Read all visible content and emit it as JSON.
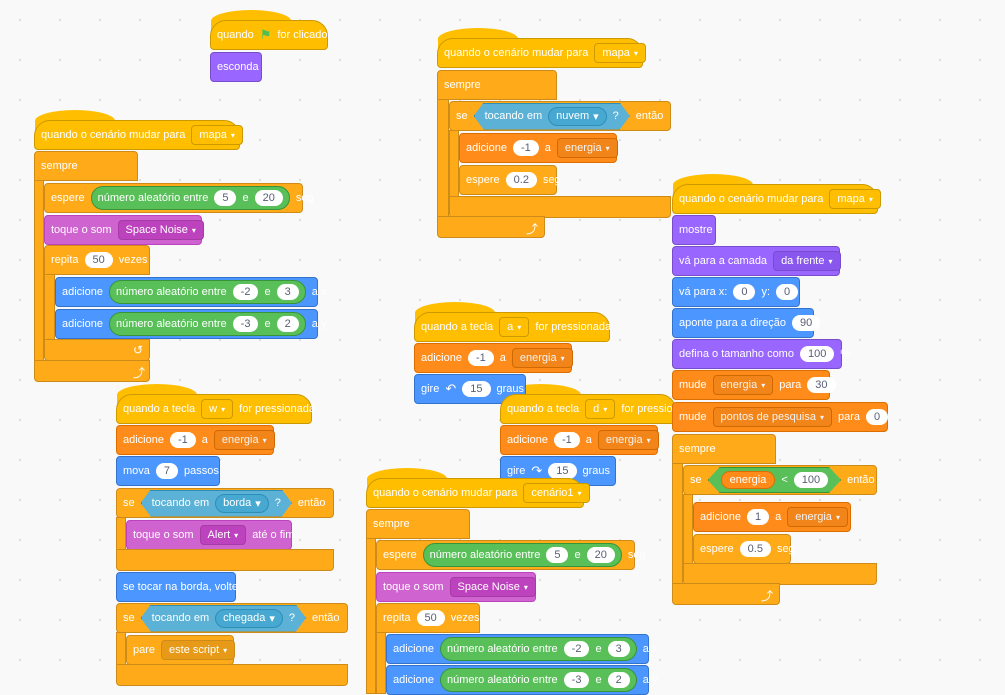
{
  "labels": {
    "when_flag_pre": "quando",
    "when_flag_post": "for clicado",
    "when_backdrop": "quando o cenário mudar para",
    "forever": "sempre",
    "wait": "espere",
    "random": "número aleatório entre",
    "and": "e",
    "sec": "seg",
    "start_sound": "toque o som",
    "play_sound": "toque o som",
    "until_done": "até o fim",
    "repeat": "repita",
    "times": "vezes",
    "change": "adicione",
    "to_x": "a x",
    "to_y": "a y",
    "to": "a",
    "if": "se",
    "then": "então",
    "touching": "tocando em",
    "question": "?",
    "when_key": "quando a tecla",
    "key_pressed": "for pressionada",
    "move": "mova",
    "steps": "passos",
    "bounce": "se tocar na borda, volte",
    "stop": "pare",
    "turn": "gire",
    "degrees": "graus",
    "hide": "esconda",
    "show": "mostre",
    "go_to_layer": "vá para a camada",
    "go_to_xy": "vá para x:",
    "y": "y:",
    "point_dir": "aponte para a direção",
    "set_size": "defina o tamanho como",
    "percent": "%",
    "set": "mude",
    "set_to": "para",
    "less": "<",
    "loop_icon": "⤴",
    "repeat_icon": "↺",
    "turn_left_icon": "↶",
    "turn_right_icon": "↷",
    "flag_icon": "⚑",
    "arrow": "▾"
  },
  "values": {
    "backdrop_mapa": "mapa",
    "backdrop_cenario1": "cenário1",
    "neg1": "-1",
    "n0_2": "0.2",
    "n5": "5",
    "n20": "20",
    "n50": "50",
    "neg2": "-2",
    "n3": "3",
    "neg3": "-3",
    "n2": "2",
    "n15": "15",
    "n7": "7",
    "n0": "0",
    "n90": "90",
    "n100": "100",
    "n30": "30",
    "n1": "1",
    "n0_5": "0.5",
    "key_a": "a",
    "key_d": "d",
    "key_w": "w",
    "var_energia": "energia",
    "var_pontos": "pontos de pesquisa",
    "sound_space": "Space Noise",
    "sound_alert": "Alert",
    "touch_nuvem": "nuvem",
    "touch_borda": "borda",
    "touch_chegada": "chegada",
    "layer_front": "da frente",
    "stop_this": "este script"
  }
}
